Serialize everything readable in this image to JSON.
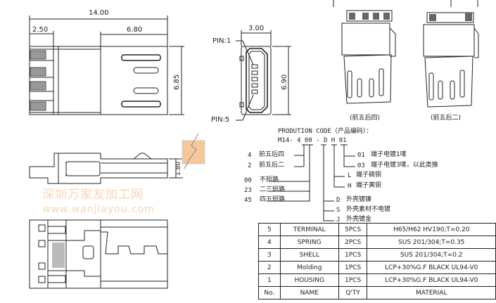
{
  "dimensions": {
    "overall_length": "14.00",
    "rear_length": "2.50",
    "front_length": "6.80",
    "width_top": "6.85",
    "front_width": "3.00",
    "front_height": "6.90",
    "thickness": "1.80"
  },
  "pins": {
    "pin1": "PIN:1",
    "pin5": "PIN:5"
  },
  "variants": {
    "caption_a": "(前五后四)",
    "caption_b": "(前五后二)"
  },
  "production_code": {
    "title": "PRODUTION CODE（产品编码）：",
    "code": "M14- 4 00 - D H 01",
    "left_options": [
      {
        "code": "4",
        "label": "前五后四"
      },
      {
        "code": "2",
        "label": "前五后二"
      },
      {
        "code": "00",
        "label": "不短路"
      },
      {
        "code": "23",
        "label": "二三短路"
      },
      {
        "code": "45",
        "label": "四五短路"
      }
    ],
    "right_options": [
      {
        "code": "01",
        "label": "端子电镀1唛"
      },
      {
        "code": "03",
        "label": "端子电镀3唛，以此类推"
      },
      {
        "code": "L",
        "label": "端子磷铜"
      },
      {
        "code": "H",
        "label": "端子黄铜"
      },
      {
        "code": "D",
        "label": "外壳镀镍"
      },
      {
        "code": "S",
        "label": "外壳素材不电镀"
      },
      {
        "code": "J",
        "label": "外壳镀金"
      }
    ]
  },
  "bom": {
    "rows": [
      {
        "no": "5",
        "name": "TERMINAL",
        "qty": "5PCS",
        "material": "H65/H62   HV190;T=0.20"
      },
      {
        "no": "4",
        "name": "SPRING",
        "qty": "2PCS",
        "material": "SUS  201/304;T=0.35"
      },
      {
        "no": "3",
        "name": "SHELL",
        "qty": "1PCS",
        "material": "SUS  201/304;T=0.2"
      },
      {
        "no": "2",
        "name": "Molding",
        "qty": "1PCS",
        "material": "LCP+30%G.F  BLACK  UL94-V0"
      },
      {
        "no": "1",
        "name": "HOUSING",
        "qty": "1PCS",
        "material": "LCP+30%G.F  BLACK  UL94-V0"
      }
    ],
    "header": {
      "no": "No.",
      "name": "NAME",
      "qty": "Q'TY",
      "material": "MATERIAL"
    }
  },
  "watermark": {
    "line1": "深圳万家友加工网",
    "line2": "www.wanjiayou.com"
  },
  "colors": {
    "line": "#222222",
    "watermark": "#f5c79a"
  }
}
